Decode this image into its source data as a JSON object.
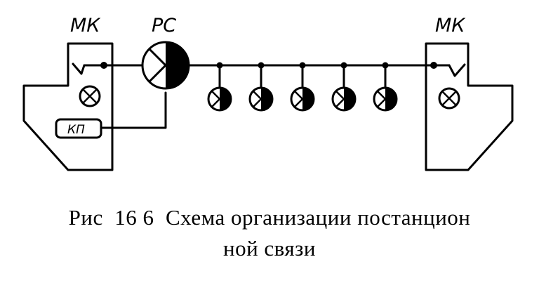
{
  "labels": {
    "mk_left": "МК",
    "rs": "РС",
    "mk_right": "МК",
    "kp": "КП"
  },
  "caption": {
    "line1": "Рис  16 6  Схема организации постанцион",
    "line2": "ной связи"
  },
  "colors": {
    "ink": "#000000",
    "background": "#ffffff"
  }
}
